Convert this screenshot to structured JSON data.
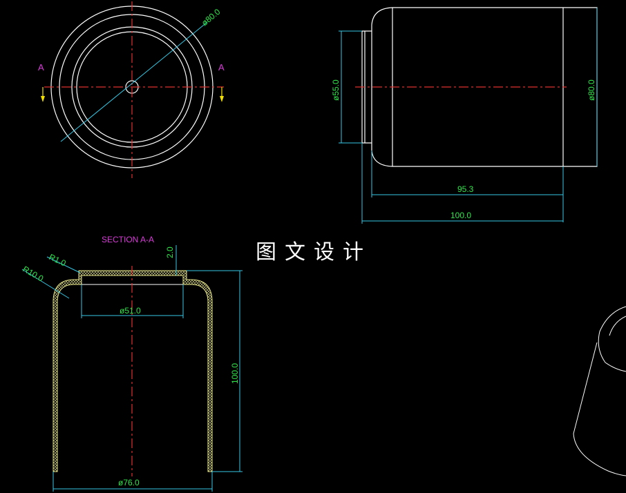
{
  "top_view": {
    "diameter_label": "ø80.0",
    "section_mark_left": "A",
    "section_mark_right": "A"
  },
  "side_view": {
    "neck_diameter_label": "ø55.0",
    "body_diameter_label": "ø80.0",
    "body_length_label": "95.3",
    "total_length_label": "100.0"
  },
  "section_view": {
    "title": "SECTION A-A",
    "fillet_small_label": "R1.0",
    "fillet_large_label": "R10.0",
    "step_height_label": "2.0",
    "opening_diameter_label": "ø51.0",
    "height_label": "100.0",
    "base_diameter_label": "ø76.0"
  },
  "watermark_text": "图文设计",
  "colors": {
    "background": "#000000",
    "outline": "#ffffff",
    "centerline": "#e03030",
    "dimension": "#2ee64a",
    "leader": "#33c9e6",
    "label": "#d83ad8",
    "hatch": "#e6e68a",
    "arrow": "#f2e000"
  }
}
